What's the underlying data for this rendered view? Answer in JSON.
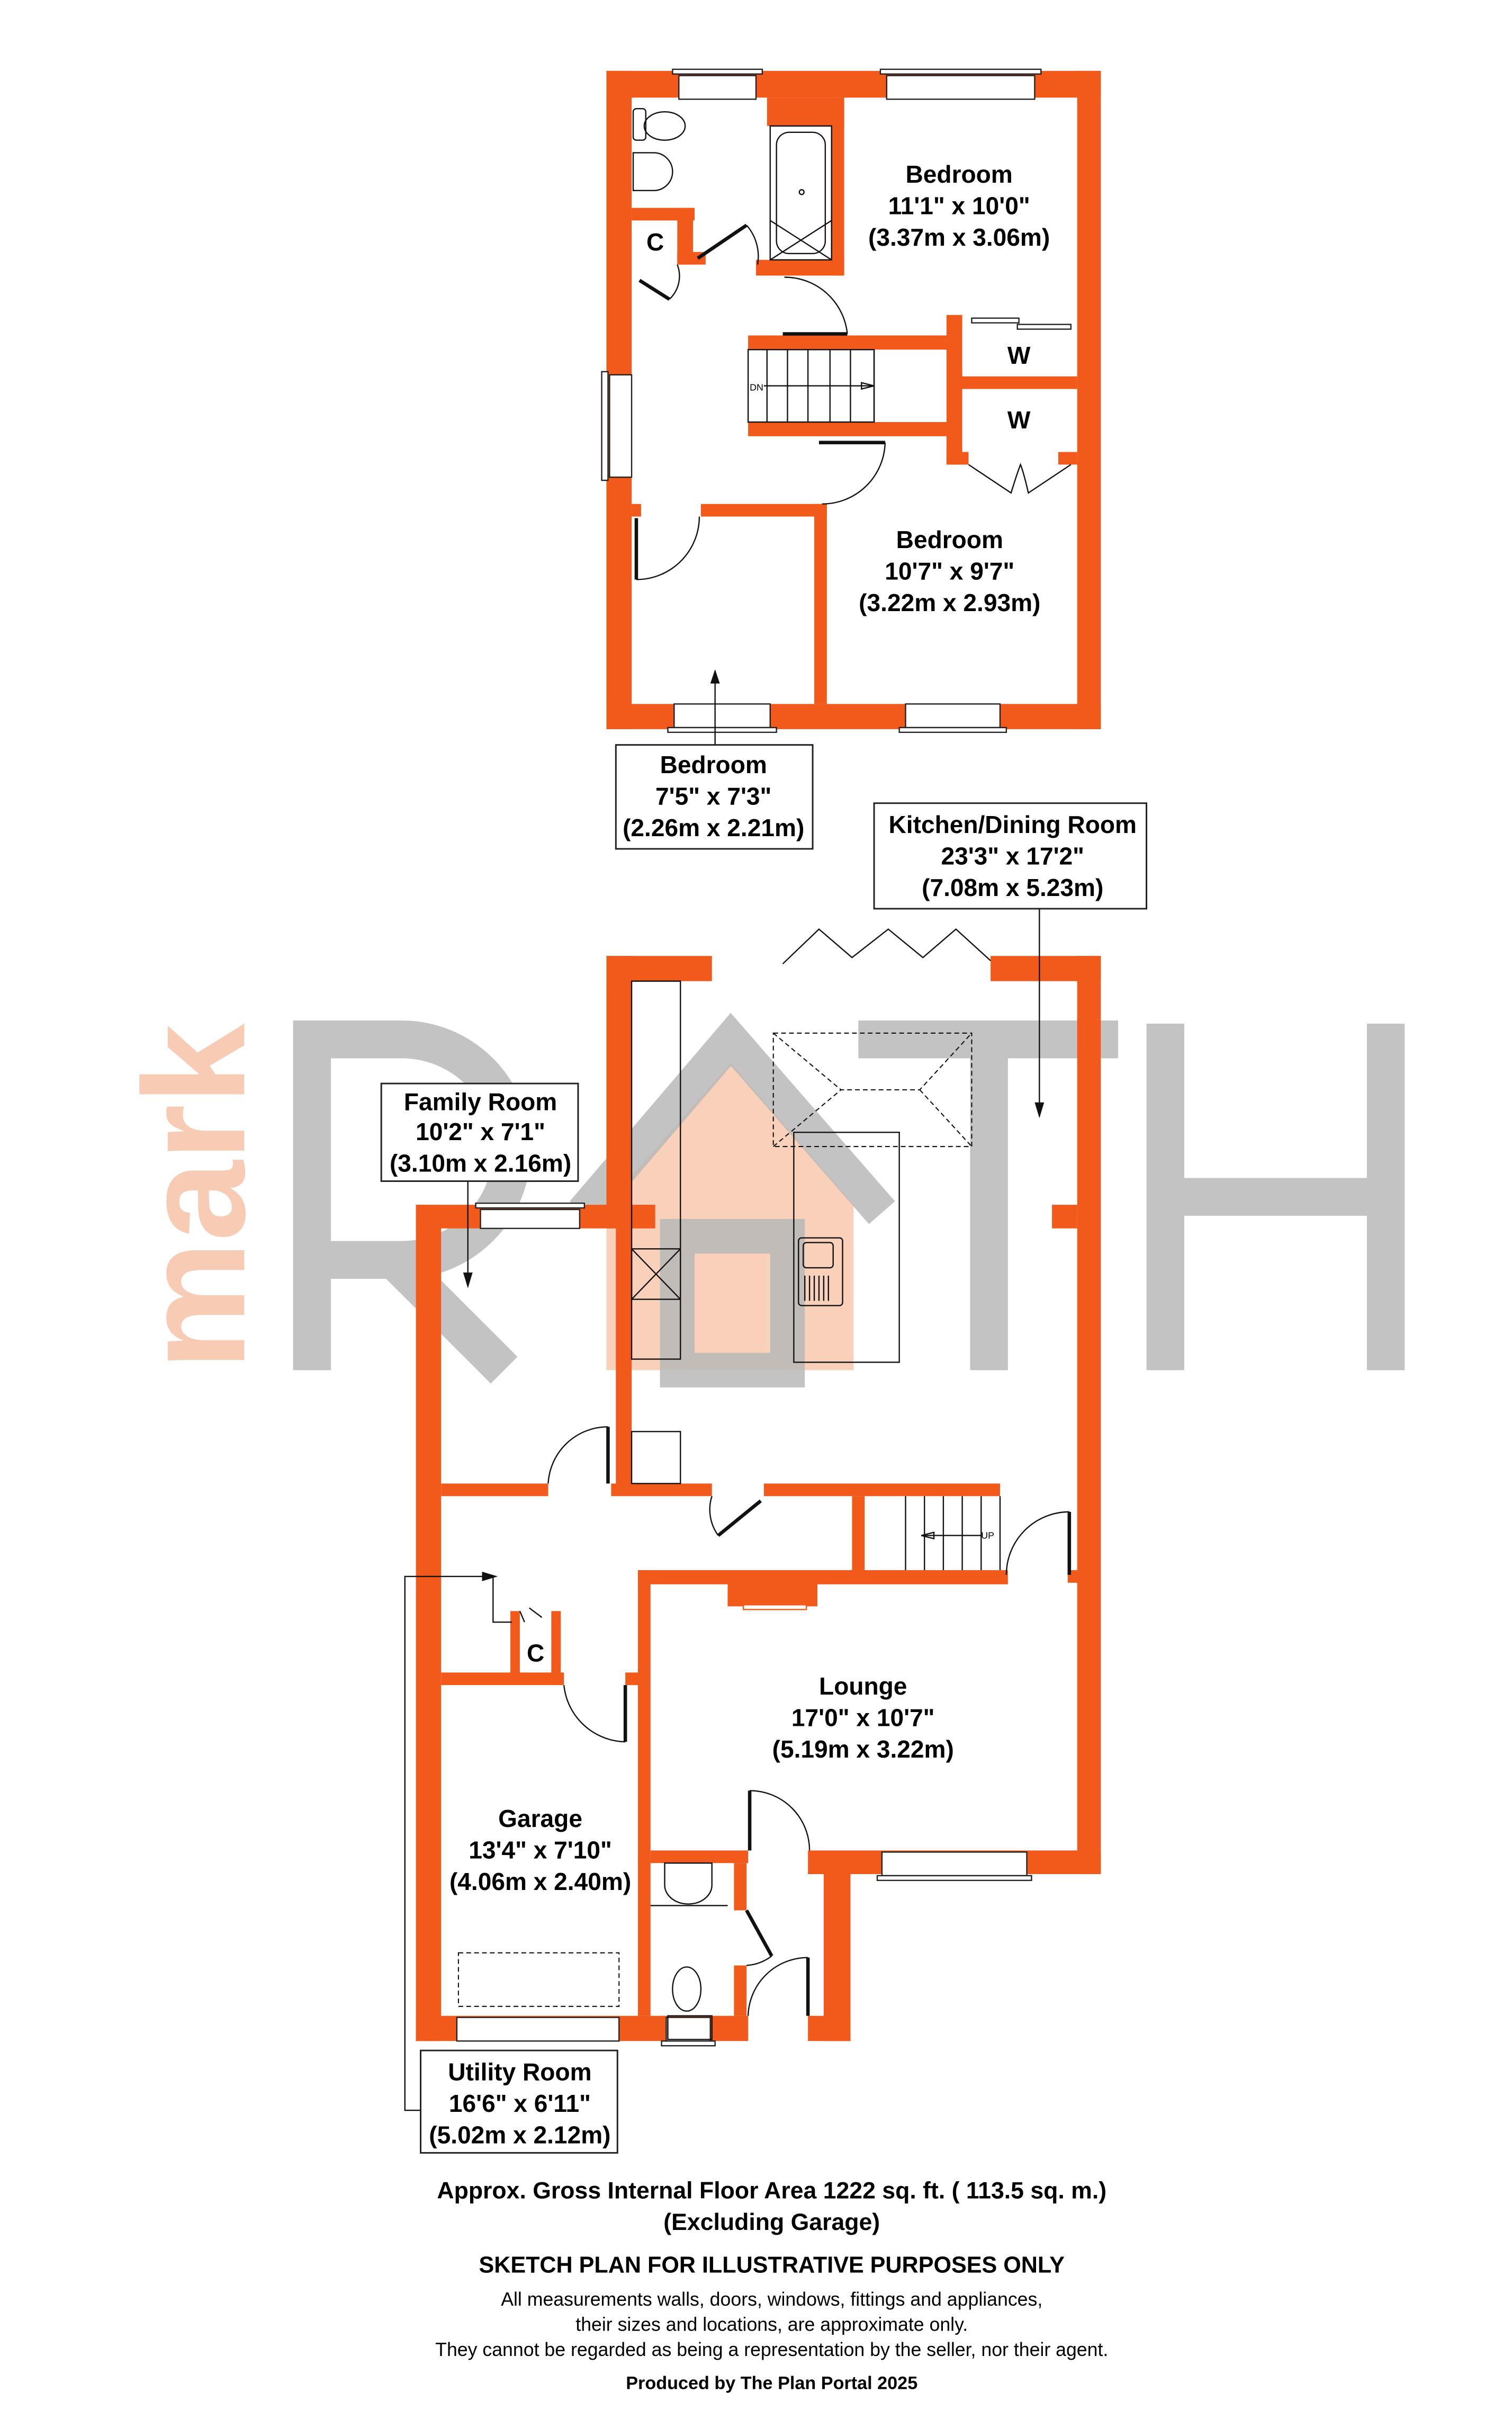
{
  "colors": {
    "wall": "#F15A1A",
    "watermark_gray": "#b9b9b9",
    "watermark_orange": "#f7c4a8"
  },
  "watermark": {
    "prefix": "mark",
    "word": "RATH"
  },
  "first_floor": {
    "bathroom_cupboard": "C",
    "stairs_label": "DN",
    "wardrobe_1": "W",
    "wardrobe_2": "W",
    "bedroom_1": {
      "name": "Bedroom",
      "imperial": "11'1\" x 10'0\"",
      "metric": "(3.37m x 3.06m)"
    },
    "bedroom_2": {
      "name": "Bedroom",
      "imperial": "10'7\" x 9'7\"",
      "metric": "(3.22m x 2.93m)"
    },
    "bedroom_3": {
      "name": "Bedroom",
      "imperial": "7'5\" x 7'3\"",
      "metric": "(2.26m x 2.21m)"
    }
  },
  "ground_floor": {
    "kitchen": {
      "name": "Kitchen/Dining Room",
      "imperial": "23'3\" x 17'2\"",
      "metric": "(7.08m x 5.23m)"
    },
    "family": {
      "name": "Family Room",
      "imperial": "10'2\" x 7'1\"",
      "metric": "(3.10m x 2.16m)"
    },
    "lounge": {
      "name": "Lounge",
      "imperial": "17'0\" x 10'7\"",
      "metric": "(5.19m x 3.22m)"
    },
    "garage": {
      "name": "Garage",
      "imperial": "13'4\" x 7'10\"",
      "metric": "(4.06m x 2.40m)"
    },
    "utility": {
      "name": "Utility Room",
      "imperial": "16'6\" x 6'11\"",
      "metric": "(5.02m x 2.12m)"
    },
    "hall_cupboard": "C",
    "stairs_label": "UP"
  },
  "footer": {
    "area": "Approx. Gross Internal Floor Area 1222 sq. ft. ( 113.5 sq. m.)",
    "excluding": "(Excluding Garage)",
    "sketch": "SKETCH PLAN FOR ILLUSTRATIVE PURPOSES ONLY",
    "disclaimer_1": "All measurements walls, doors, windows, fittings and appliances,",
    "disclaimer_2": "their sizes and locations, are approximate only.",
    "disclaimer_3": "They cannot be regarded as being a representation by the seller, nor their agent.",
    "producer": "Produced by The Plan Portal 2025"
  }
}
